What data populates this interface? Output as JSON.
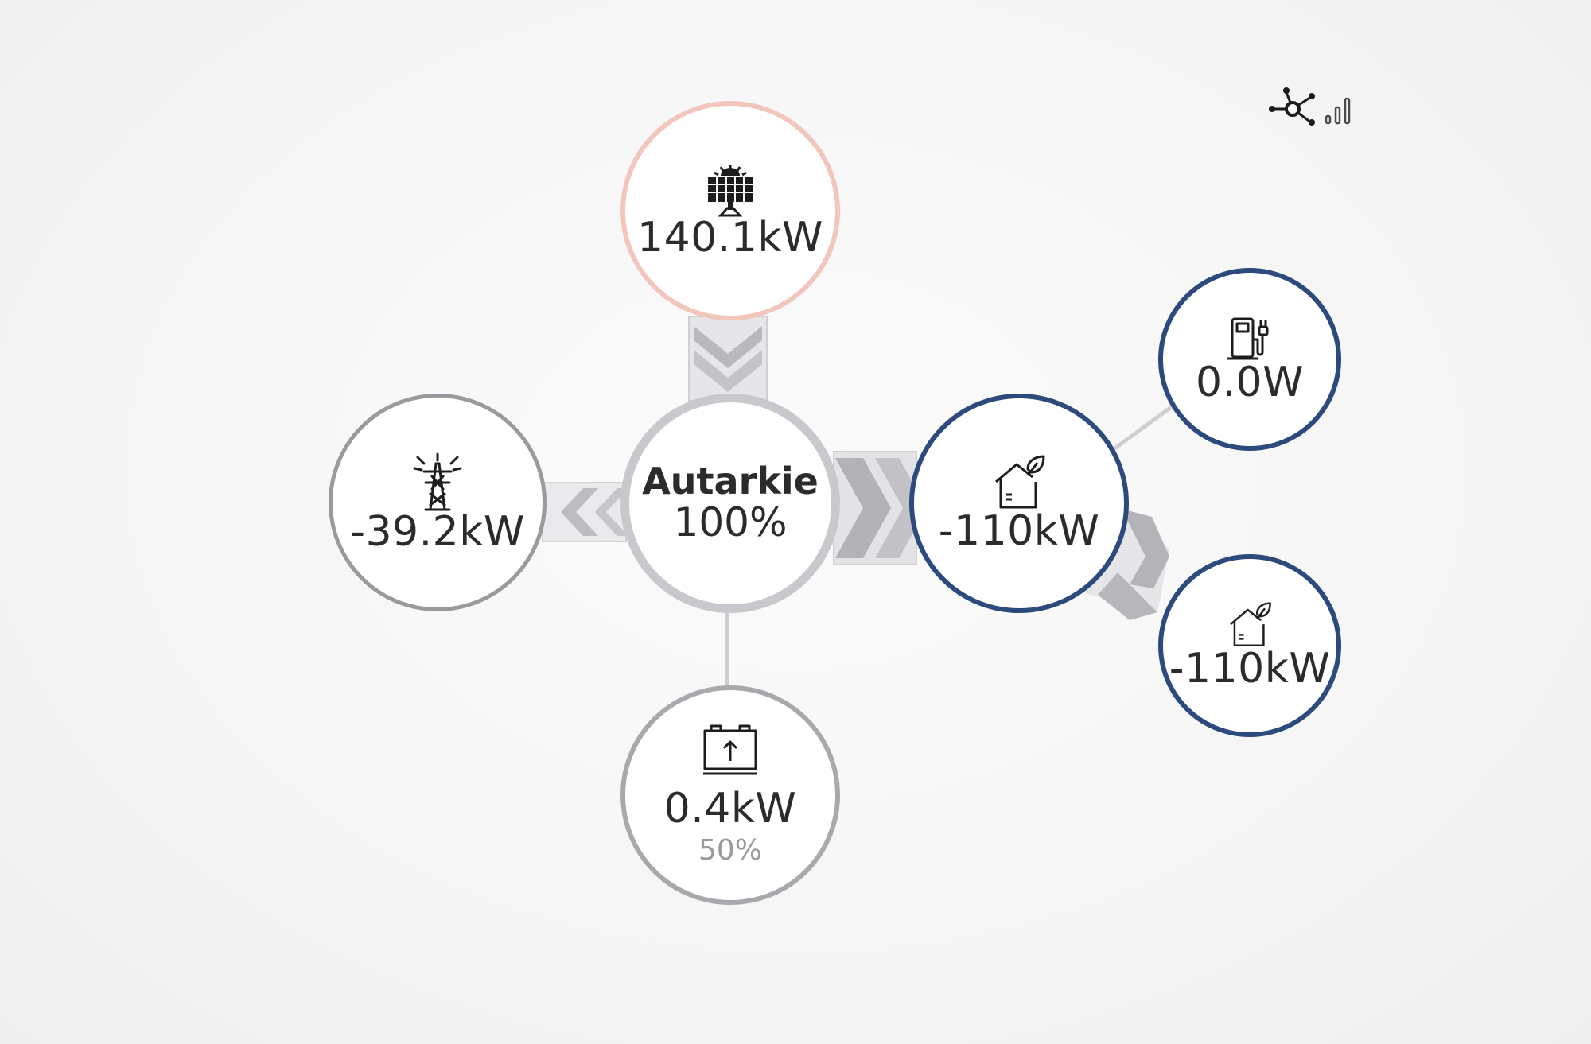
{
  "solar": {
    "icon": "solar-panel-icon",
    "value": "140.1kW",
    "color": "#f2c6bd"
  },
  "grid": {
    "icon": "power-tower-icon",
    "value": "-39.2kW"
  },
  "center": {
    "title": "Autarkie",
    "percent": "100%"
  },
  "home": {
    "icon": "house-leaf-icon",
    "value": "-110kW",
    "color": "#2c4a7c"
  },
  "charger": {
    "icon": "ev-charger-icon",
    "value": "0.0W"
  },
  "house2": {
    "icon": "house-leaf-icon",
    "value": "-110kW"
  },
  "battery": {
    "icon": "battery-icon",
    "value": "0.4kW",
    "soc": "50%"
  },
  "toolbar": {
    "network_icon": "network-icon",
    "signal_icon": "signal-bars-icon"
  }
}
